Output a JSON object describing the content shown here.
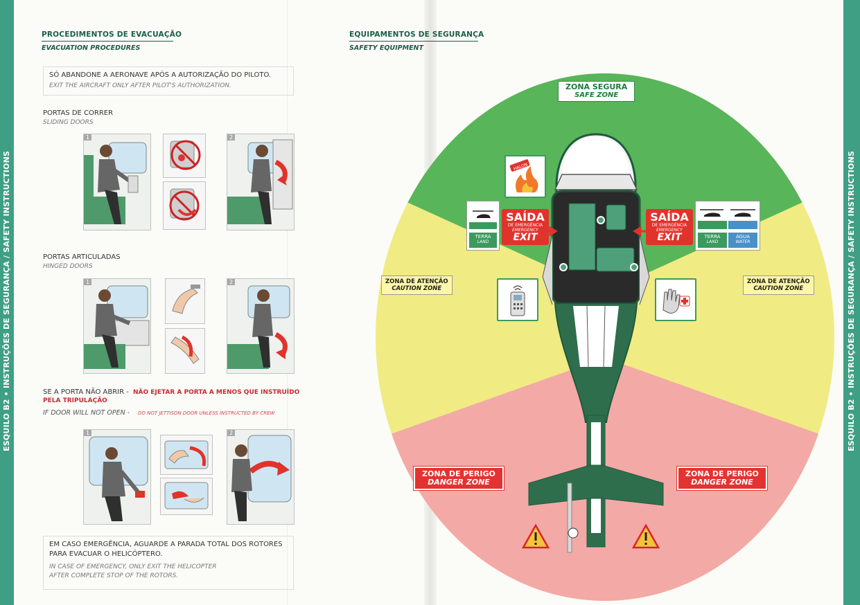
{
  "spine": {
    "left_text": "ESQUILO B2 • INSTRUÇÕES DE SEGURANÇA / SAFETY INSTRUCTIONS",
    "right_text": "ESQUILO B2 • INSTRUÇÕES DE SEGURANÇA / SAFETY INSTRUCTIONS"
  },
  "left_page": {
    "title_pt": "PROCEDIMENTOS DE EVACUAÇÃO",
    "title_en": "EVACUATION PROCEDURES",
    "intro_pt": "SÓ ABANDONE A AERONAVE APÓS A AUTORIZAÇÃO DO PILOTO.",
    "intro_en": "EXIT THE AIRCRAFT ONLY AFTER PILOT'S AUTHORIZATION.",
    "sliding_pt": "PORTAS DE CORRER",
    "sliding_en": "SLIDING DOORS",
    "hinged_pt": "PORTAS ARTICULADAS",
    "hinged_en": "HINGED DOORS",
    "warn_pt_a": "SE A PORTA NÃO ABRIR -",
    "warn_pt_b": "NÃO EJETAR A PORTA A MENOS QUE INSTRUÍDO",
    "warn_pt_c": "PELA TRIPULAÇÃO",
    "warn_en_a": "IF DOOR WILL NOT OPEN -",
    "warn_en_b": "DO NOT JETTISON DOOR UNLESS INSTRUCTED BY CREW",
    "step1": "1",
    "step2": "2",
    "footer_pt_1": "EM CASO EMERGÊNCIA, AGUARDE A PARADA TOTAL DOS ROTORES",
    "footer_pt_2": "PARA EVACUAR O HELICÓPTERO.",
    "footer_en_1": "IN CASE OF EMERGENCY, ONLY EXIT THE HELICOPTER",
    "footer_en_2": "AFTER COMPLETE STOP OF THE ROTORS."
  },
  "right_page": {
    "title_pt": "EQUIPAMENTOS DE SEGURANÇA",
    "title_en": "SAFETY EQUIPMENT",
    "safe_pt": "ZONA SEGURA",
    "safe_en": "SAFE ZONE",
    "caution_pt": "ZONA DE ATENÇÃO",
    "caution_en": "CAUTION ZONE",
    "danger_pt": "ZONA DE PERIGO",
    "danger_en": "DANGER ZONE",
    "exit_pt": "SAÍDA",
    "exit_sub_pt": "DE EMERGÊNCIA",
    "exit_sub_en": "EMERGENCY",
    "exit_en": "EXIT",
    "halon_label": "HALON",
    "land_pt": "TERRA",
    "land_en": "LAND",
    "water_pt": "ÁGUA",
    "water_en": "WATER"
  },
  "colors": {
    "safe_zone": "#58b55a",
    "caution_zone": "#f0eb83",
    "danger_zone": "#f3a9a6",
    "brand_green": "#1b5d4b",
    "exit_red": "#e0332c"
  }
}
